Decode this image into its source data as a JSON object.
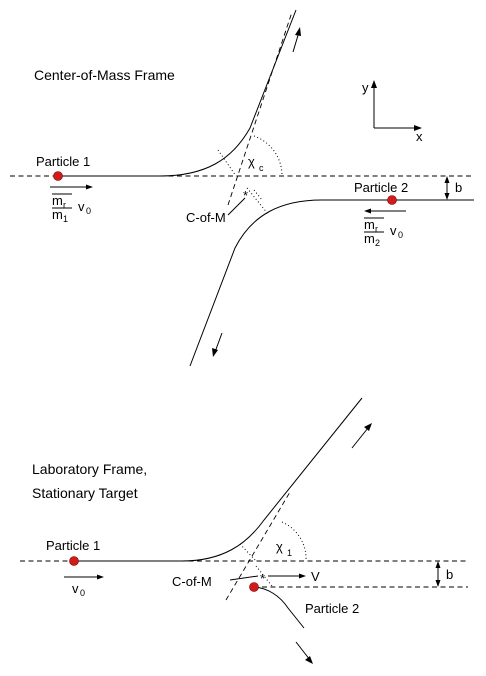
{
  "cm_frame": {
    "title": "Center-of-Mass Frame",
    "axis_y": "y",
    "axis_x": "x",
    "particle1": "Particle 1",
    "particle2": "Particle 2",
    "angle_chi": "χ",
    "angle_sub": "c",
    "com_label": "C-of-M",
    "impact_param": "b",
    "v1_num": "m",
    "v1_num_sub": "r",
    "v1_den": "m",
    "v1_den_sub": "1",
    "v1_v": "v",
    "v1_v_sub": "0",
    "v2_num": "m",
    "v2_num_sub": "r",
    "v2_den": "m",
    "v2_den_sub": "2",
    "v2_v": "v",
    "v2_v_sub": "0"
  },
  "lab_frame": {
    "title_line1": "Laboratory Frame,",
    "title_line2": "Stationary Target",
    "particle1": "Particle 1",
    "particle2": "Particle 2",
    "angle_chi": "χ",
    "angle_sub": "1",
    "com_label": "C-of-M",
    "com_velocity": "V",
    "impact_param": "b",
    "v_label": "v",
    "v_sub": "0"
  },
  "colors": {
    "particle": "#d11a1a",
    "line": "#000000"
  }
}
